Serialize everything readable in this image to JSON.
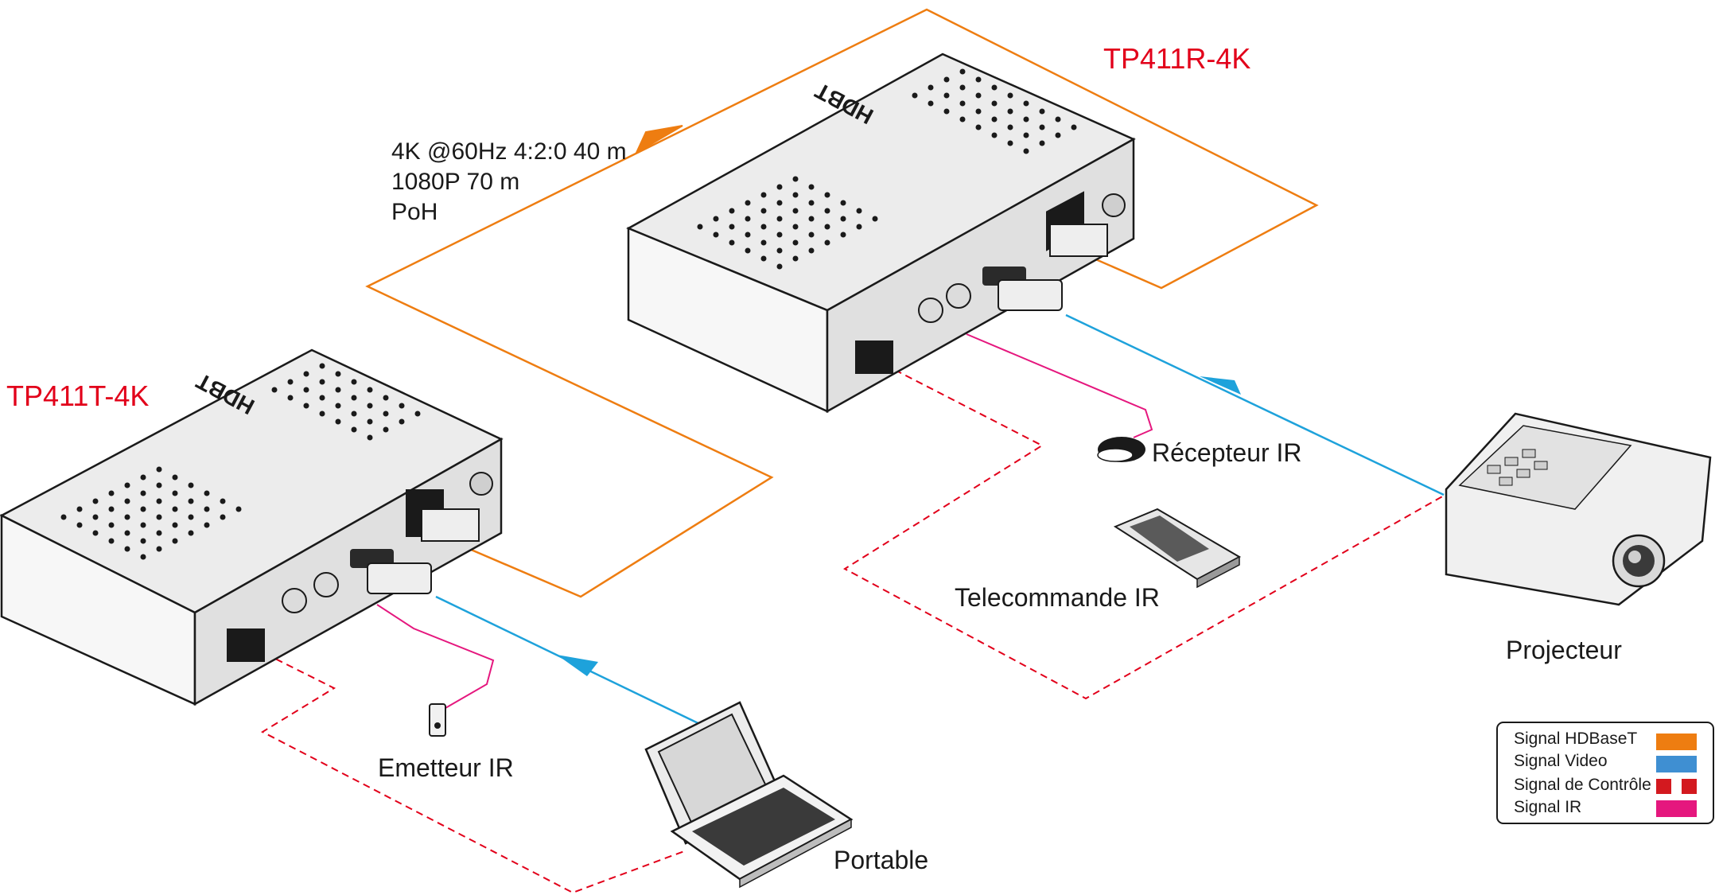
{
  "devices": {
    "transmitter": "TP411T-4K",
    "receiver": "TP411R-4K",
    "brand_logo": "HDBT"
  },
  "link_specs": [
    "4K @60Hz 4:2:0 40 m",
    "1080P 70 m",
    "PoH"
  ],
  "labels": {
    "ir_receiver": "Récepteur IR",
    "ir_remote": "Telecommande IR",
    "projector": "Projecteur",
    "ir_emitter": "Emetteur IR",
    "laptop": "Portable"
  },
  "legend": [
    {
      "label": "Signal HDBaseT",
      "color": "#ee7d11",
      "style": "solid"
    },
    {
      "label": "Signal Video",
      "color": "#3f8fd2",
      "style": "solid"
    },
    {
      "label": "Signal de Contrôle",
      "color": "#d3191f",
      "style": "dashed"
    },
    {
      "label": "Signal IR",
      "color": "#e5177e",
      "style": "solid"
    }
  ],
  "colors": {
    "hdbaset": "#ee7d11",
    "video": "#1ea2db",
    "control": "#e2001a",
    "ir": "#e5177e",
    "title": "#e2001a"
  }
}
